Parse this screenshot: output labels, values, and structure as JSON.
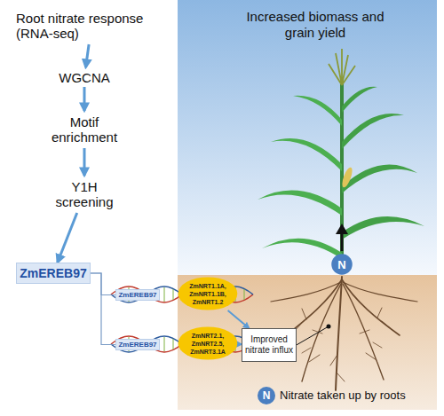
{
  "diagram": {
    "nodes": [
      {
        "text": [
          "Root nitrate response (RNA-seq)"
        ]
      },
      {
        "text": [
          "WGCNA"
        ]
      },
      {
        "text": [
          "Motif enrichment"
        ]
      },
      {
        "text": [
          "Y1H screening"
        ]
      },
      {
        "text": [
          "ZmEREB97"
        ]
      },
      {
        "text": [
          "ZmEREB97"
        ]
      },
      {
        "text": [
          "ZmNRT1.1A, ZmNRT1.1B, ZmNRT1.2"
        ]
      },
      {
        "text": [
          "ZmEREB97"
        ]
      },
      {
        "text": [
          "ZmNRT2.1, ZmNRT2.5, ZmNRT3.1A"
        ]
      },
      {
        "text": [
          "Improved nitrate influx"
        ]
      },
      {
        "text": [
          "N"
        ]
      }
    ],
    "edges": [
      {
        "from": 0,
        "to": 1,
        "arrow": "to"
      },
      {
        "from": 1,
        "to": 2,
        "arrow": "to"
      },
      {
        "from": 2,
        "to": 3,
        "arrow": "to"
      },
      {
        "from": 3,
        "to": 4,
        "arrow": "to"
      },
      {
        "from": 4,
        "to": 5,
        "arrow": "none"
      },
      {
        "from": 4,
        "to": 7,
        "arrow": "none"
      },
      {
        "from": 6,
        "to": 9,
        "arrow": "to"
      },
      {
        "from": 8,
        "to": 9,
        "arrow": "to"
      }
    ],
    "labels": [
      "Increased biomass and grain yield",
      "N"
    ],
    "legend": [
      {
        "text": "Nitrate taken up by roots"
      }
    ]
  }
}
